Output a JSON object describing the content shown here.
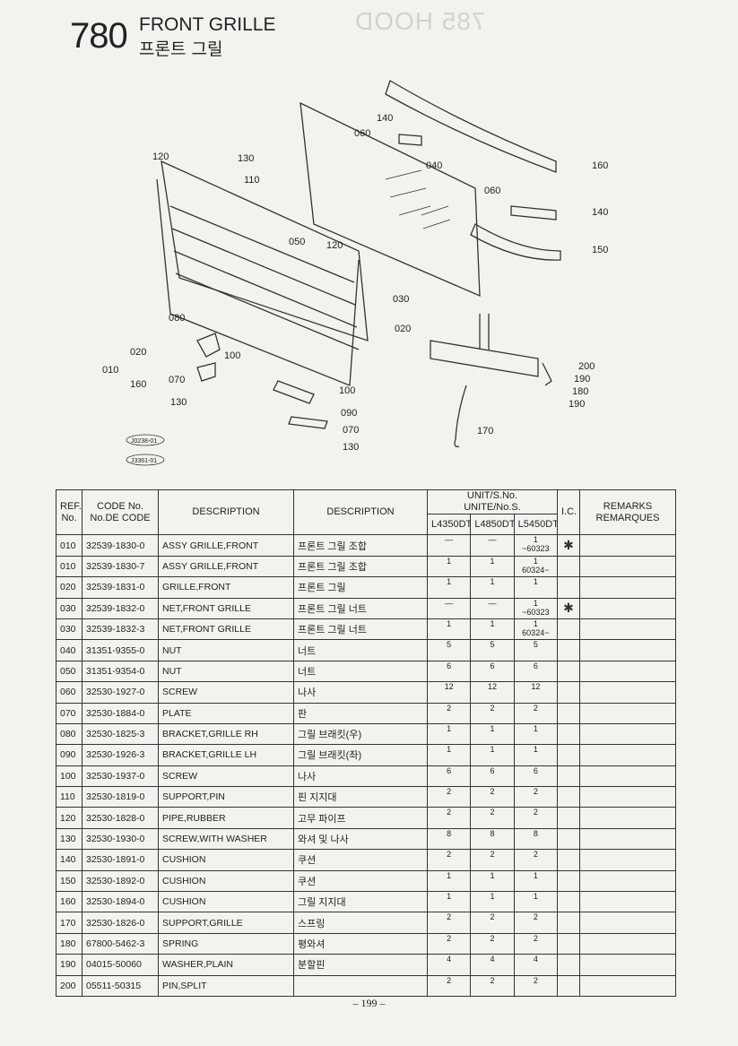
{
  "header": {
    "page_code": "780",
    "title_en": "FRONT GRILLE",
    "title_ko": "프론트 그릴"
  },
  "diagram": {
    "callouts": [
      "140",
      "060",
      "120",
      "130",
      "110",
      "040",
      "060",
      "160",
      "140",
      "050",
      "120",
      "150",
      "030",
      "080",
      "020",
      "010",
      "020",
      "160",
      "100",
      "070",
      "130",
      "100",
      "090",
      "200",
      "190",
      "180",
      "190",
      "170",
      "070",
      "130"
    ],
    "refs": [
      "J0238-01",
      "J3361-01"
    ]
  },
  "table": {
    "headers": {
      "ref": "REF.\nNo.",
      "code": "CODE No.\nNo.DE CODE",
      "desc": "DESCRIPTION",
      "desc_ko": "DESCRIPTION",
      "unit": "UNIT/S.No.\nUNITE/No.S.",
      "models": [
        "L4350DT",
        "L4850DT",
        "L5450DT"
      ],
      "ic": "I.C.",
      "remarks": "REMARKS\nREMARQUES"
    },
    "rows": [
      {
        "ref": "010",
        "code": "32539-1830-0",
        "desc": "ASSY GRILLE,FRONT",
        "ko": "프론트 그릴 조합",
        "u1": "—",
        "u2": "—",
        "u3": "1\n~60323",
        "ic": "✱"
      },
      {
        "ref": "010",
        "code": "32539-1830-7",
        "desc": "ASSY GRILLE,FRONT",
        "ko": "프론트 그릴 조합",
        "u1": "1",
        "u2": "1",
        "u3": "1\n60324~",
        "ic": ""
      },
      {
        "ref": "020",
        "code": "32539-1831-0",
        "desc": "GRILLE,FRONT",
        "ko": "프론트 그릴",
        "u1": "1",
        "u2": "1",
        "u3": "1",
        "ic": ""
      },
      {
        "ref": "030",
        "code": "32539-1832-0",
        "desc": "NET,FRONT GRILLE",
        "ko": "프론트 그릴 너트",
        "u1": "—",
        "u2": "—",
        "u3": "1\n~60323",
        "ic": "✱"
      },
      {
        "ref": "030",
        "code": "32539-1832-3",
        "desc": "NET,FRONT GRILLE",
        "ko": "프론트 그릴 너트",
        "u1": "1",
        "u2": "1",
        "u3": "1\n60324~",
        "ic": ""
      },
      {
        "ref": "040",
        "code": "31351-9355-0",
        "desc": "NUT",
        "ko": "너트",
        "u1": "5",
        "u2": "5",
        "u3": "5",
        "ic": ""
      },
      {
        "ref": "050",
        "code": "31351-9354-0",
        "desc": "NUT",
        "ko": "너트",
        "u1": "6",
        "u2": "6",
        "u3": "6",
        "ic": ""
      },
      {
        "ref": "060",
        "code": "32530-1927-0",
        "desc": "SCREW",
        "ko": "나사",
        "u1": "12",
        "u2": "12",
        "u3": "12",
        "ic": ""
      },
      {
        "ref": "070",
        "code": "32530-1884-0",
        "desc": "PLATE",
        "ko": "판",
        "u1": "2",
        "u2": "2",
        "u3": "2",
        "ic": ""
      },
      {
        "ref": "080",
        "code": "32530-1825-3",
        "desc": "BRACKET,GRILLE RH",
        "ko": "그릴 브래킷(우)",
        "u1": "1",
        "u2": "1",
        "u3": "1",
        "ic": ""
      },
      {
        "ref": "090",
        "code": "32530-1926-3",
        "desc": "BRACKET,GRILLE LH",
        "ko": "그릴 브래킷(좌)",
        "u1": "1",
        "u2": "1",
        "u3": "1",
        "ic": ""
      },
      {
        "ref": "100",
        "code": "32530-1937-0",
        "desc": "SCREW",
        "ko": "나사",
        "u1": "6",
        "u2": "6",
        "u3": "6",
        "ic": ""
      },
      {
        "ref": "110",
        "code": "32530-1819-0",
        "desc": "SUPPORT,PIN",
        "ko": "핀 지지대",
        "u1": "2",
        "u2": "2",
        "u3": "2",
        "ic": ""
      },
      {
        "ref": "120",
        "code": "32530-1828-0",
        "desc": "PIPE,RUBBER",
        "ko": "고무 파이프",
        "u1": "2",
        "u2": "2",
        "u3": "2",
        "ic": ""
      },
      {
        "ref": "130",
        "code": "32530-1930-0",
        "desc": "SCREW,WITH WASHER",
        "ko": "와셔 및 나사",
        "u1": "8",
        "u2": "8",
        "u3": "8",
        "ic": ""
      },
      {
        "ref": "140",
        "code": "32530-1891-0",
        "desc": "CUSHION",
        "ko": "쿠션",
        "u1": "2",
        "u2": "2",
        "u3": "2",
        "ic": ""
      },
      {
        "ref": "150",
        "code": "32530-1892-0",
        "desc": "CUSHION",
        "ko": "쿠션",
        "u1": "1",
        "u2": "1",
        "u3": "1",
        "ic": ""
      },
      {
        "ref": "160",
        "code": "32530-1894-0",
        "desc": "CUSHION",
        "ko": "그릴 지지대",
        "u1": "1",
        "u2": "1",
        "u3": "1",
        "ic": ""
      },
      {
        "ref": "170",
        "code": "32530-1826-0",
        "desc": "SUPPORT,GRILLE",
        "ko": "스프링",
        "u1": "2",
        "u2": "2",
        "u3": "2",
        "ic": ""
      },
      {
        "ref": "180",
        "code": "67800-5462-3",
        "desc": "SPRING",
        "ko": "평와셔",
        "u1": "2",
        "u2": "2",
        "u3": "2",
        "ic": ""
      },
      {
        "ref": "190",
        "code": "04015-50060",
        "desc": "WASHER,PLAIN",
        "ko": "분할핀",
        "u1": "4",
        "u2": "4",
        "u3": "4",
        "ic": ""
      },
      {
        "ref": "200",
        "code": "05511-50315",
        "desc": "PIN,SPLIT",
        "ko": "",
        "u1": "2",
        "u2": "2",
        "u3": "2",
        "ic": ""
      }
    ]
  },
  "footer": {
    "page": "– 199 –"
  }
}
